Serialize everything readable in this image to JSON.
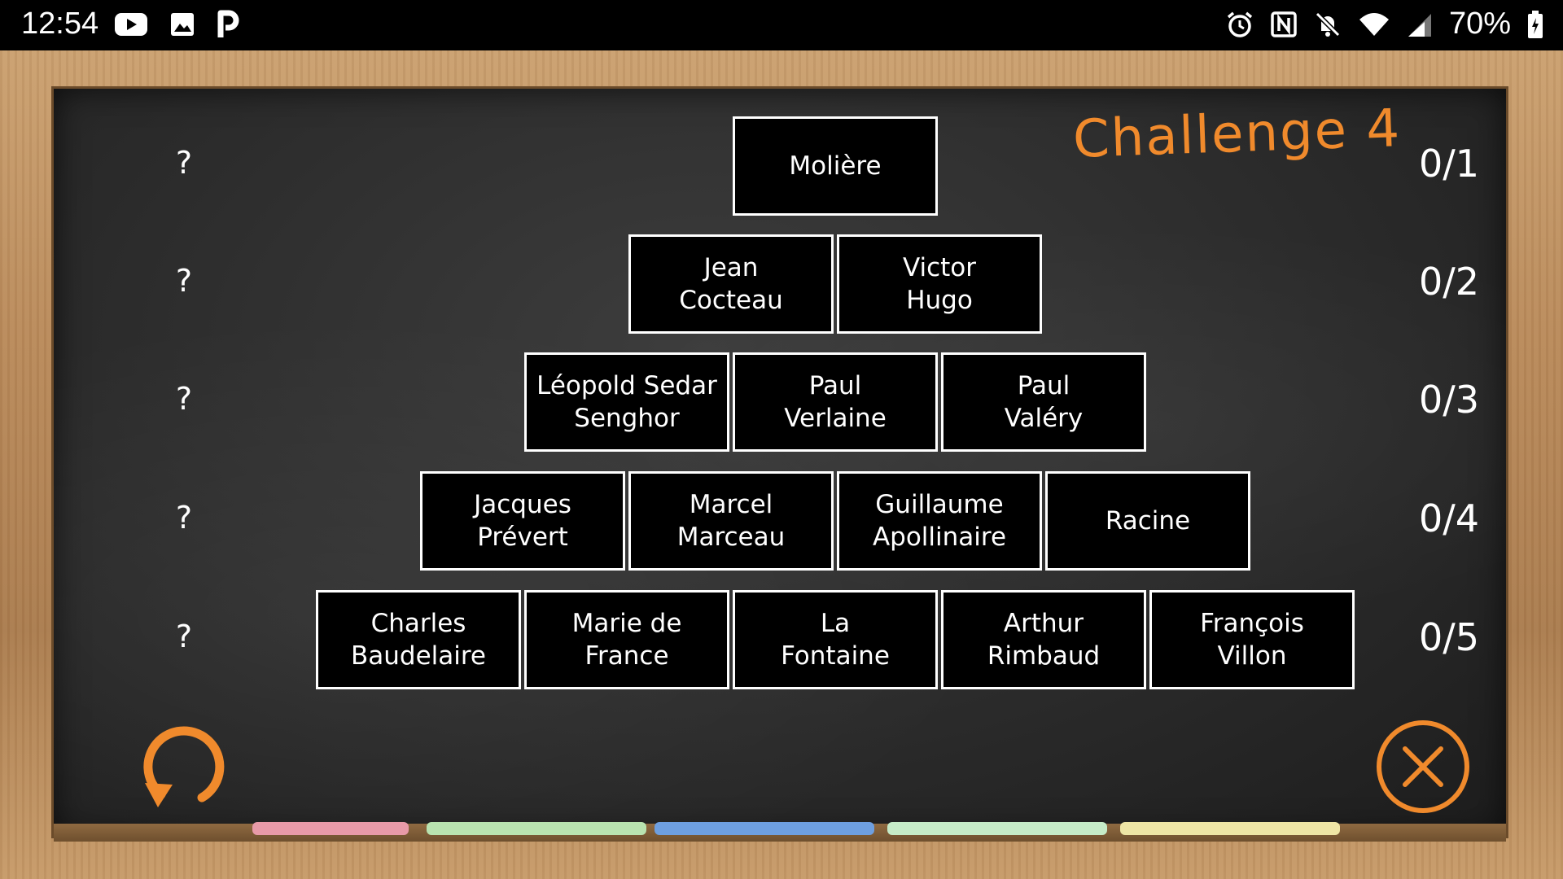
{
  "status_bar": {
    "time": "12:54",
    "battery_percent": "70%",
    "left_icons": [
      "youtube-icon",
      "image-icon",
      "p-icon"
    ],
    "right_icons": [
      "alarm-icon",
      "nfc-icon",
      "bell-off-icon",
      "wifi-icon",
      "signal-icon",
      "battery-icon"
    ]
  },
  "game": {
    "title": "Challenge 4",
    "accent_color": "#f08a2c",
    "rows": [
      {
        "question": "?",
        "score": "0/1",
        "cells": [
          "Molière"
        ]
      },
      {
        "question": "?",
        "score": "0/2",
        "cells": [
          "Jean\nCocteau",
          "Victor\nHugo"
        ]
      },
      {
        "question": "?",
        "score": "0/3",
        "cells": [
          "Léopold Sedar\nSenghor",
          "Paul\nVerlaine",
          "Paul\nValéry"
        ]
      },
      {
        "question": "?",
        "score": "0/4",
        "cells": [
          "Jacques\nPrévert",
          "Marcel\nMarceau",
          "Guillaume\nApollinaire",
          "Racine"
        ]
      },
      {
        "question": "?",
        "score": "0/5",
        "cells": [
          "Charles\nBaudelaire",
          "Marie de\nFrance",
          "La\nFontaine",
          "Arthur\nRimbaud",
          "François\nVillon"
        ]
      }
    ],
    "controls": {
      "restart_icon": "restart-icon",
      "close_icon": "close-icon"
    }
  }
}
